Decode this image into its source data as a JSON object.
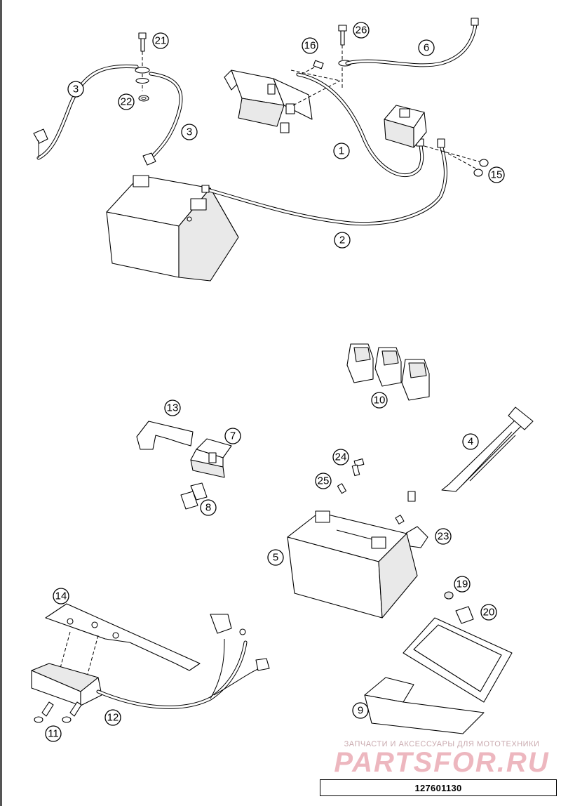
{
  "diagram": {
    "reference_number": "127601130",
    "watermark": {
      "caption": "ЗАПЧАСТИ И АКСЕССУАРЫ ДЛЯ МОТОТЕХНИКИ",
      "logo_text": "PARTSFOR.RU"
    },
    "callouts": [
      "1",
      "2",
      "3",
      "3",
      "4",
      "5",
      "6",
      "7",
      "8",
      "9",
      "10",
      "11",
      "12",
      "13",
      "14",
      "15",
      "16",
      "19",
      "20",
      "21",
      "22",
      "23",
      "24",
      "25",
      "26"
    ]
  }
}
